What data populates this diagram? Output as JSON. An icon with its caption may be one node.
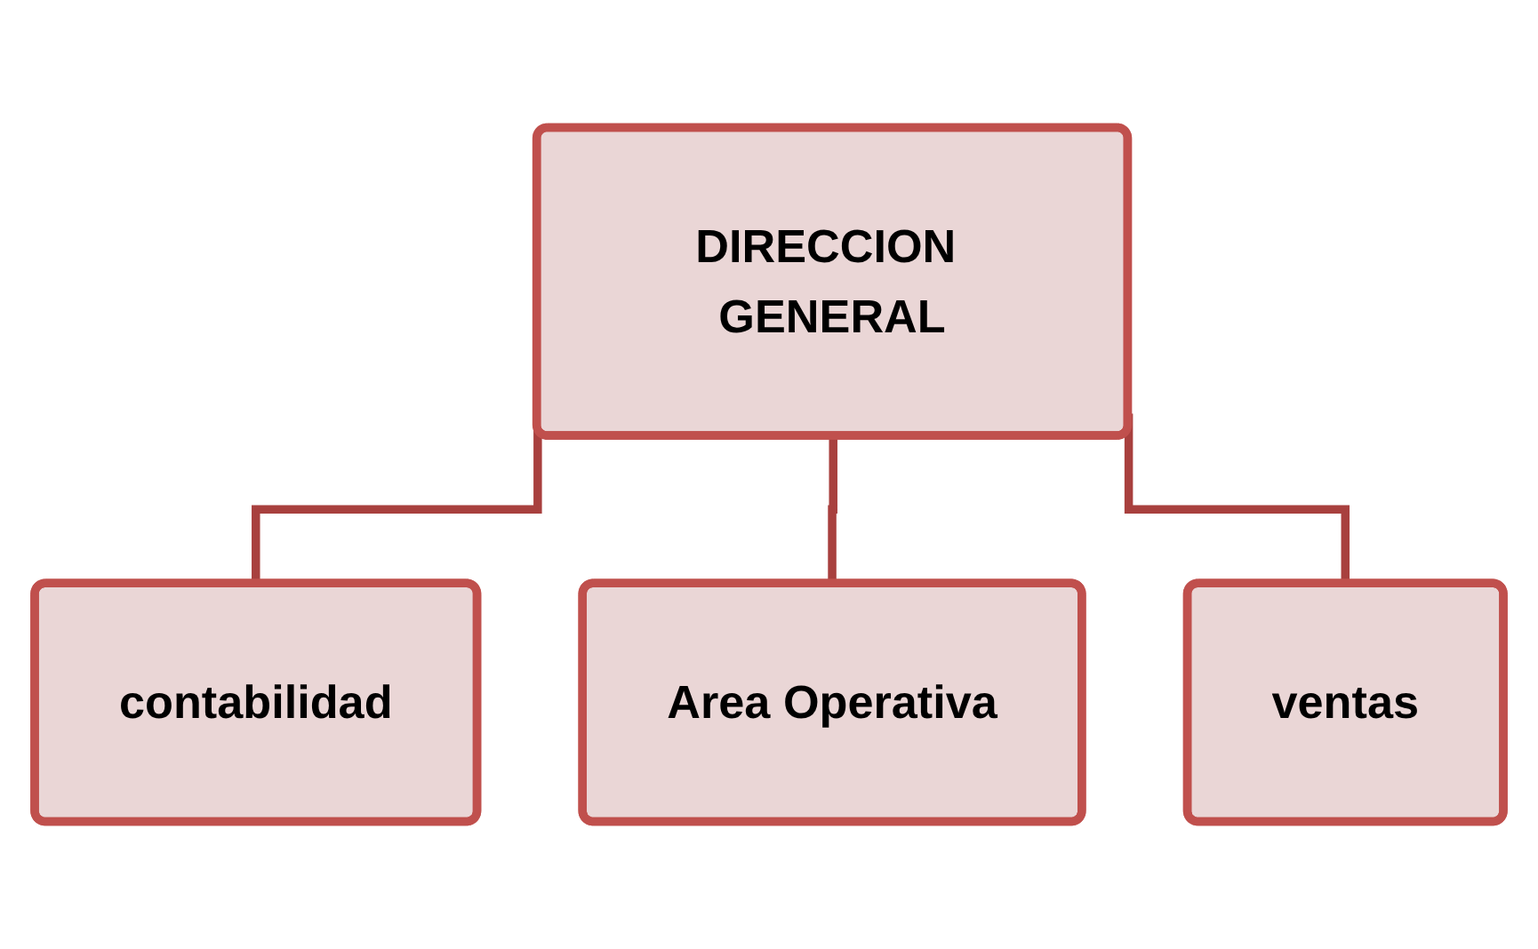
{
  "diagram": {
    "nodes": [
      {
        "text": [
          "DIRECCION GENERAL"
        ]
      },
      {
        "text": [
          "contabilidad"
        ]
      },
      {
        "text": [
          "Area Operativa"
        ]
      },
      {
        "text": [
          "ventas"
        ]
      }
    ],
    "edges": [
      {
        "from": 0,
        "to": 1,
        "arrow": "none"
      },
      {
        "from": 0,
        "to": 2,
        "arrow": "none"
      },
      {
        "from": 0,
        "to": 3,
        "arrow": "none"
      }
    ]
  }
}
